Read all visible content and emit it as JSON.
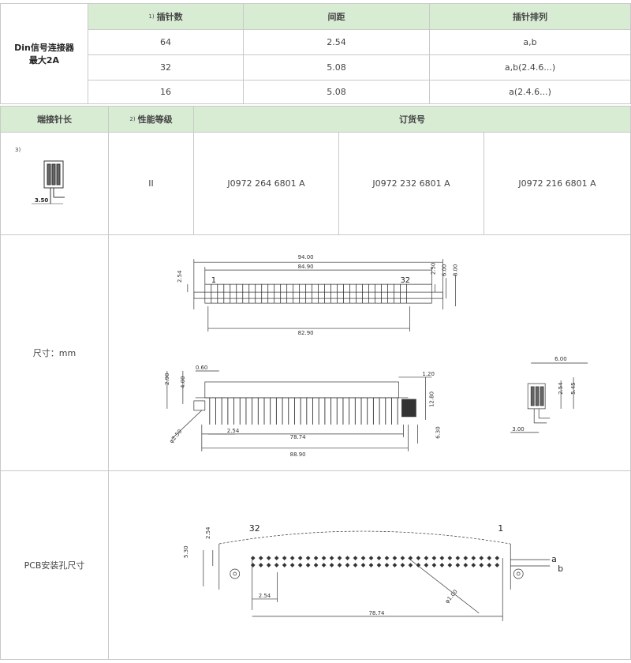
{
  "spec": {
    "title_line1": "Din信号连接器",
    "title_line2": "最大2A",
    "col_headers": [
      {
        "sup": "1)",
        "label": "插针数"
      },
      {
        "sup": "",
        "label": "间距"
      },
      {
        "sup": "",
        "label": "插针排列"
      }
    ],
    "rows": [
      {
        "pins": "64",
        "pitch": "2.54",
        "arrangement": "a,b"
      },
      {
        "pins": "32",
        "pitch": "5.08",
        "arrangement": "a,b(2.4.6...)"
      },
      {
        "pins": "16",
        "pitch": "5.08",
        "arrangement": "a(2.4.6...)"
      }
    ]
  },
  "order": {
    "headers": {
      "pin_length": "端接针长",
      "perf_sup": "2)",
      "perf": "性能等级",
      "order_no": "订货号"
    },
    "footnote": "3)",
    "pin_length_dim": "3.50",
    "perf_level": "II",
    "part_numbers": [
      "J0972 264 6801 A",
      "J0972 232 6801 A",
      "J0972 216 6801 A"
    ]
  },
  "dimensions": {
    "label": "尺寸：mm",
    "top_view": {
      "d_94": "94.00",
      "d_8490": "84.90",
      "d_8290": "82.90",
      "d_254": "2.54",
      "d_250": "2.50",
      "d_600": "6.00",
      "d_800": "8.00",
      "pin_first": "1",
      "pin_last": "32"
    },
    "front_view": {
      "d_290": "2.90",
      "d_400": "4.00",
      "d_060": "0.60",
      "d_120": "1.20",
      "d_1280": "12.80",
      "d_630": "6.30",
      "d_phi250": "φ2.50",
      "d_254": "2.54",
      "d_7874": "78.74",
      "d_8890": "88.90"
    },
    "side_view": {
      "d_600": "6.00",
      "d_254": "2.54",
      "d_545": "5.45",
      "d_300": "3.00"
    }
  },
  "pcb": {
    "label": "PCB安装孔尺寸",
    "pin_first": "32",
    "pin_last": "1",
    "row_a": "a",
    "row_b": "b",
    "d_530": "5.30",
    "d_254_v": "2.54",
    "d_254_h": "2.54",
    "d_7874": "78.74",
    "d_phi100": "φ1.00"
  },
  "colors": {
    "header_bg": "#d8ecd4",
    "border": "#c9c9c9",
    "drawing": "#333333"
  }
}
